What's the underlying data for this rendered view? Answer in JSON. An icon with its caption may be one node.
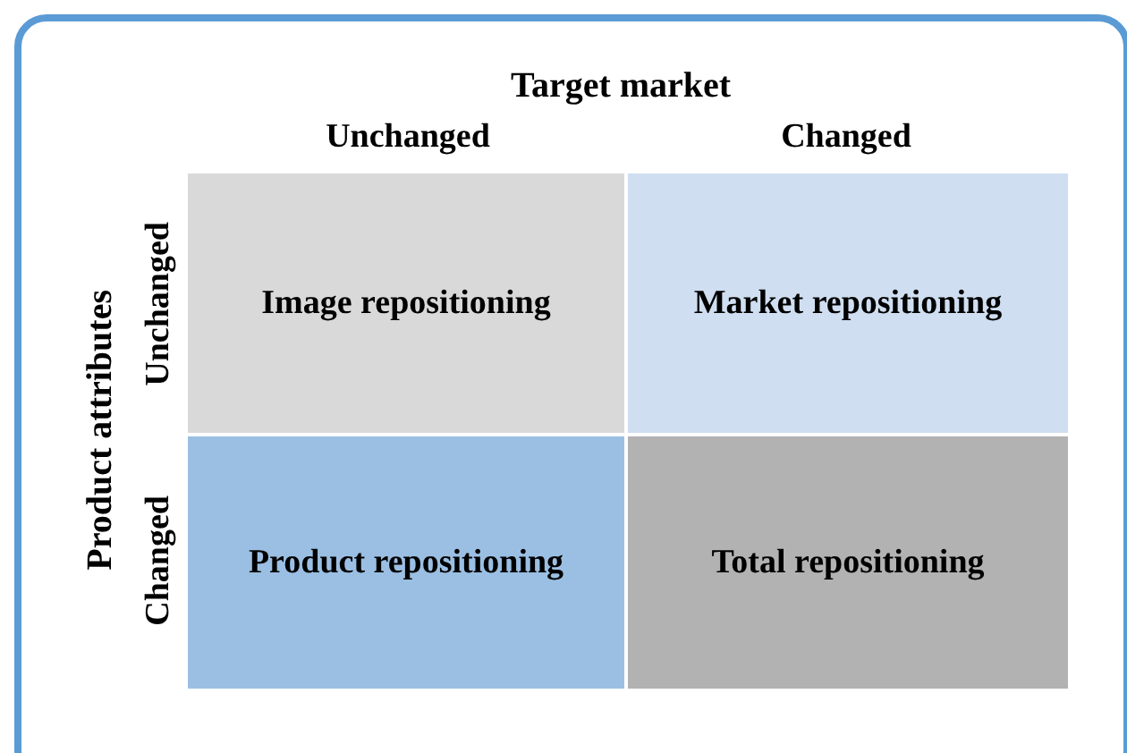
{
  "diagram": {
    "nodes": [
      {
        "text": [
          "Image repositioning"
        ]
      },
      {
        "text": [
          "Market repositioning"
        ]
      },
      {
        "text": [
          "Product repositioning"
        ]
      },
      {
        "text": [
          "Total repositioning"
        ]
      }
    ],
    "labels": [
      "Target market",
      "Unchanged",
      "Changed",
      "Product attributes",
      "Unchanged",
      "Changed"
    ]
  }
}
